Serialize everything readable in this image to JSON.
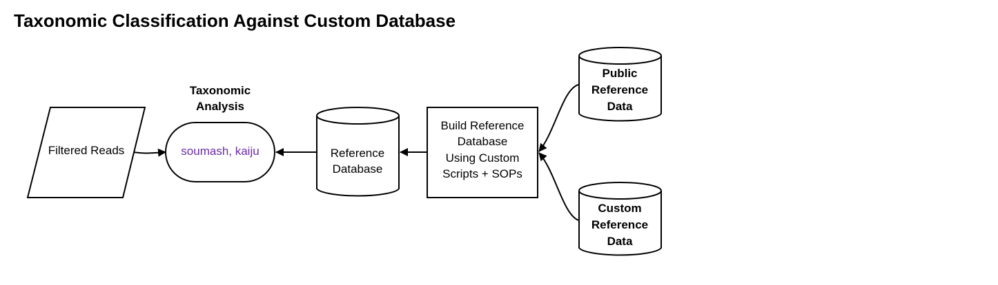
{
  "title": "Taxonomic Classification Against Custom Database",
  "colors": {
    "stroke": "#000000",
    "fill": "#ffffff",
    "tool_text": "#6a2ca7"
  },
  "nodes": {
    "filtered_reads": {
      "lines": [
        "Filtered Reads"
      ]
    },
    "taxonomic_analysis_header": {
      "lines": [
        "Taxonomic",
        "Analysis"
      ]
    },
    "taxonomic_analysis": {
      "lines": [
        "soumash, kaiju"
      ]
    },
    "reference_database": {
      "lines": [
        "Reference",
        "Database"
      ]
    },
    "build_reference": {
      "lines": [
        "Build Reference",
        "Database",
        "Using Custom",
        "Scripts + SOPs"
      ]
    },
    "public_reference": {
      "lines": [
        "Public",
        "Reference",
        "Data"
      ]
    },
    "custom_reference": {
      "lines": [
        "Custom",
        "Reference",
        "Data"
      ]
    }
  },
  "edges": [
    {
      "from": "public_reference",
      "to": "build_reference"
    },
    {
      "from": "custom_reference",
      "to": "build_reference"
    },
    {
      "from": "build_reference",
      "to": "reference_database"
    },
    {
      "from": "reference_database",
      "to": "taxonomic_analysis"
    },
    {
      "from": "filtered_reads",
      "to": "taxonomic_analysis"
    }
  ]
}
